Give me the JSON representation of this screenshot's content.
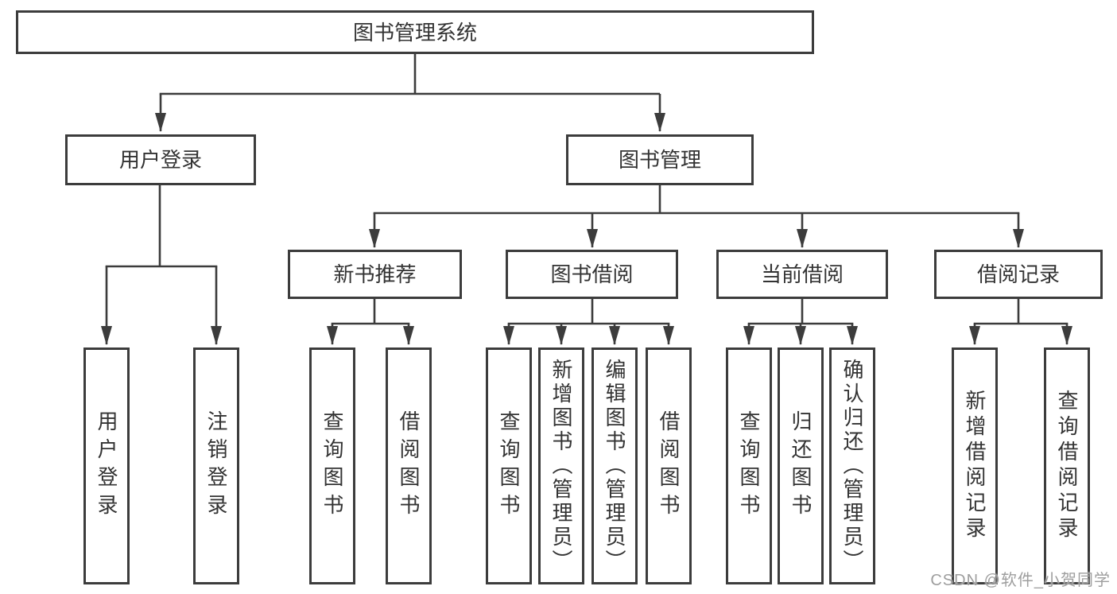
{
  "diagram": {
    "title_node": {
      "label": "图书管理系统"
    },
    "level2": [
      {
        "label": "用户登录"
      },
      {
        "label": "图书管理"
      }
    ],
    "level3": [
      {
        "label": "新书推荐"
      },
      {
        "label": "图书借阅"
      },
      {
        "label": "当前借阅"
      },
      {
        "label": "借阅记录"
      }
    ],
    "leaves": [
      {
        "label": "用户登录"
      },
      {
        "label": "注销登录"
      },
      {
        "label": "查询图书"
      },
      {
        "label": "借阅图书"
      },
      {
        "label": "查询图书"
      },
      {
        "label": "新增图书（管理员）"
      },
      {
        "label": "编辑图书（管理员）"
      },
      {
        "label": "借阅图书"
      },
      {
        "label": "查询图书"
      },
      {
        "label": "归还图书"
      },
      {
        "label": "确认归还（管理员）"
      },
      {
        "label": "新增借阅记录"
      },
      {
        "label": "查询借阅记录"
      }
    ]
  },
  "watermark": {
    "text": "CSDN @软件_小贺同学"
  },
  "colors": {
    "line": "#3c3c3c",
    "text": "#333333",
    "background": "#ffffff",
    "watermark_text": "#9e9e9e"
  }
}
